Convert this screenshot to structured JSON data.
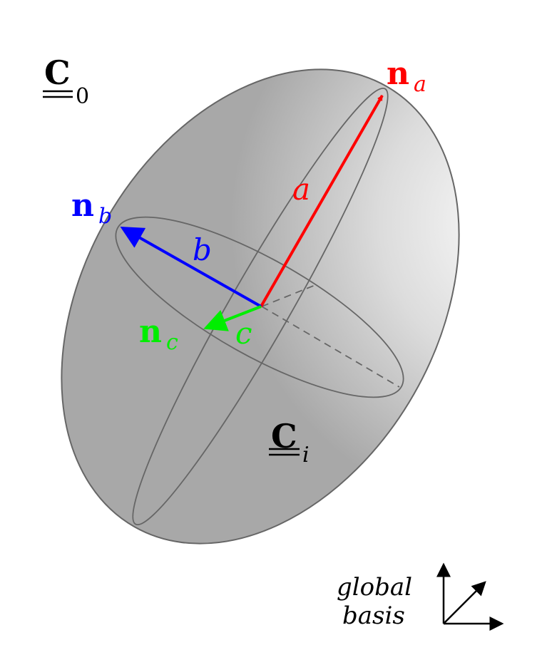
{
  "labels": {
    "outer_tensor": "C",
    "outer_sub": "0",
    "inner_tensor": "C",
    "inner_sub": "i",
    "na": "n",
    "na_sub": "a",
    "nb": "n",
    "nb_sub": "b",
    "nc": "n",
    "nc_sub": "c",
    "a": "a",
    "b": "b",
    "c": "c",
    "basis_line1": "global",
    "basis_line2": "basis"
  },
  "colors": {
    "a_axis": "#ff0000",
    "b_axis": "#0000ff",
    "c_axis": "#00ee00",
    "outline": "#666666",
    "basis": "#000000"
  }
}
